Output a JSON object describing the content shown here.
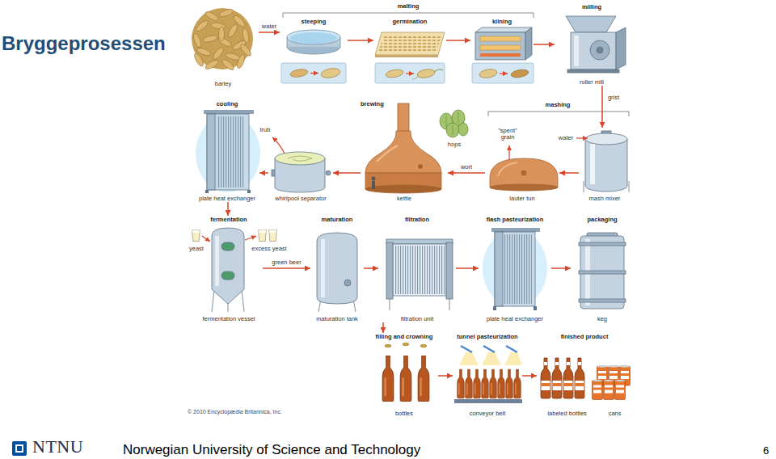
{
  "diagram": {
    "title": "Bryggeprosessen",
    "nodes": [
      {
        "text": [
          "barley"
        ]
      },
      {
        "text": [
          "steeping"
        ]
      },
      {
        "text": [
          "germination"
        ]
      },
      {
        "text": [
          "kilning"
        ]
      },
      {
        "text": [
          "milling",
          "roller mill"
        ]
      },
      {
        "text": [
          "mash mixer"
        ]
      },
      {
        "text": [
          "lauter tun"
        ]
      },
      {
        "text": [
          "brewing",
          "kettle"
        ]
      },
      {
        "text": [
          "whirlpool separator"
        ]
      },
      {
        "text": [
          "cooling",
          "plate heat exchanger"
        ]
      },
      {
        "text": [
          "fermentation",
          "fermentation vessel"
        ]
      },
      {
        "text": [
          "maturation",
          "maturation tank"
        ]
      },
      {
        "text": [
          "filtration",
          "filtration unit"
        ]
      },
      {
        "text": [
          "flash pasteurization",
          "plate heat exchanger"
        ]
      },
      {
        "text": [
          "packaging",
          "keg"
        ]
      },
      {
        "text": [
          "filling and crowning",
          "bottles"
        ]
      },
      {
        "text": [
          "tunnel pasteurization",
          "conveyor belt"
        ]
      },
      {
        "text": [
          "finished product",
          "labeled bottles",
          "cans"
        ]
      }
    ],
    "edges": [
      {
        "from": 0,
        "to": 1,
        "label": "water",
        "arrow": "to"
      },
      {
        "from": 1,
        "to": 2,
        "arrow": "to"
      },
      {
        "from": 2,
        "to": 3,
        "arrow": "to"
      },
      {
        "from": 3,
        "to": 4,
        "arrow": "to"
      },
      {
        "from": 4,
        "to": 5,
        "label": "grist",
        "arrow": "to"
      },
      {
        "from": 5,
        "to": 6,
        "arrow": "to"
      },
      {
        "from": 6,
        "to": 7,
        "label": "wort",
        "arrow": "to"
      },
      {
        "from": 7,
        "to": 8,
        "arrow": "to"
      },
      {
        "from": 8,
        "to": 9,
        "arrow": "to"
      },
      {
        "from": 9,
        "to": 10,
        "arrow": "to"
      },
      {
        "from": 10,
        "to": 11,
        "label": "green beer",
        "arrow": "to"
      },
      {
        "from": 11,
        "to": 12,
        "arrow": "to"
      },
      {
        "from": 12,
        "to": 13,
        "arrow": "to"
      },
      {
        "from": 13,
        "to": 14,
        "arrow": "to"
      },
      {
        "from": 12,
        "to": 15,
        "arrow": "to"
      },
      {
        "from": 15,
        "to": 16,
        "arrow": "to"
      },
      {
        "from": 16,
        "to": 17,
        "arrow": "to"
      }
    ],
    "labels": [
      "malting",
      "mashing",
      "water",
      "\"spent\" grain",
      "hops",
      "trub",
      "yeast",
      "excess yeast",
      "© 2010 Encyclopædia Britannica, Inc.",
      "NTNU",
      "Norwegian University of Science and Technology",
      "6"
    ]
  }
}
